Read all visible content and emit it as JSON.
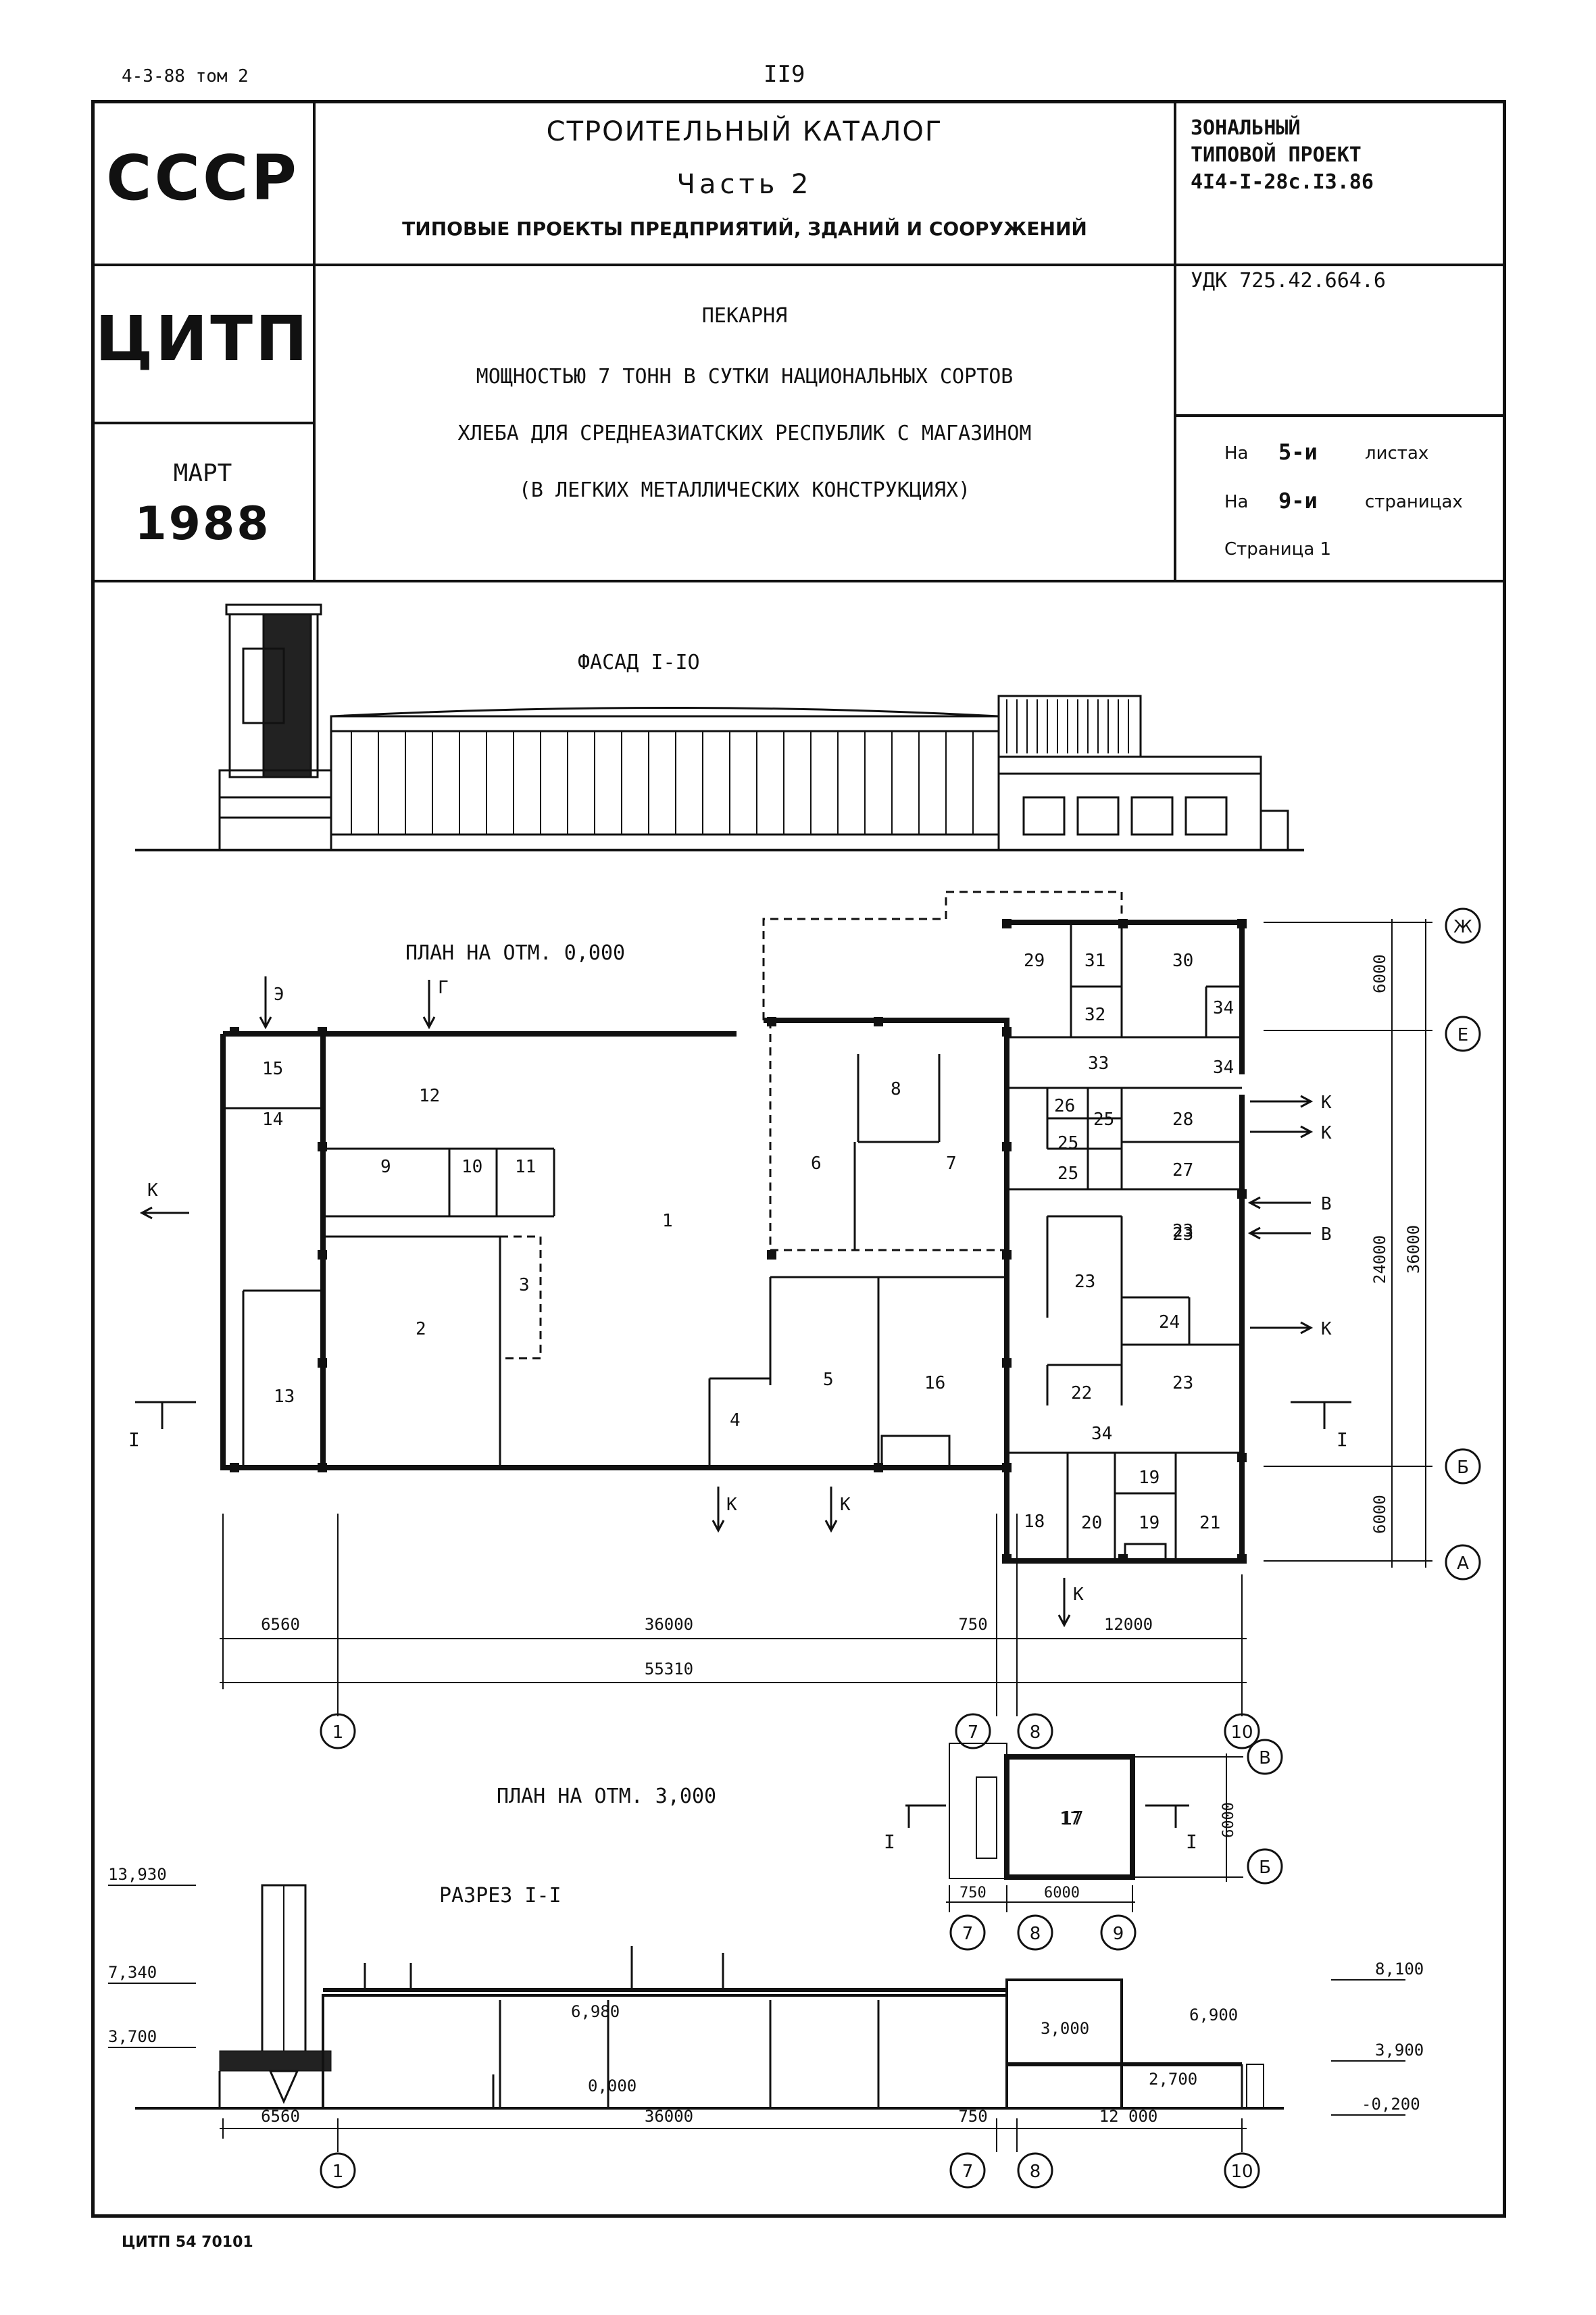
{
  "top": {
    "left": "4-3-88 том 2",
    "page_no": "II9"
  },
  "header": {
    "country": "СССР",
    "catalog_title": "СТРОИТЕЛЬНЫЙ КАТАЛОГ",
    "part": "Часть 2",
    "catalog_sub": "ТИПОВЫЕ ПРОЕКТЫ ПРЕДПРИЯТИЙ, ЗДАНИЙ И СООРУЖЕНИЙ",
    "project_type_1": "ЗОНАЛЬНЫЙ",
    "project_type_2": "ТИПОВОЙ ПРОЕКТ",
    "project_code": "4I4-I-28с.I3.86",
    "org": "ЦИТП",
    "udk": "УДК 725.42.664.6",
    "title_1": "ПЕКАРНЯ",
    "title_2": "МОЩНОСТЬЮ 7 ТОНН В СУТКИ НАЦИОНАЛЬНЫХ СОРТОВ",
    "title_3": "ХЛЕБА ДЛЯ СРЕДНЕАЗИАТСКИХ РЕСПУБЛИК С МАГАЗИНОМ",
    "title_4": "(В ЛЕГКИХ МЕТАЛЛИЧЕСКИХ КОНСТРУКЦИЯХ)",
    "month": "МАРТ",
    "year": "1988",
    "sheets_prefix": "На",
    "sheets_value": "5-и",
    "sheets_word": "листах",
    "pages_prefix": "На",
    "pages_value": "9-и",
    "pages_word": "страницах",
    "page_label": "Страница 1"
  },
  "drawing": {
    "facade_title": "ФАСАД I-IO",
    "plan1_title": "ПЛАН НА ОТМ. 0,000",
    "plan2_title": "ПЛАН НА ОТМ. 3,000",
    "section_title": "РАЗРЕЗ I-I",
    "rooms": [
      "1",
      "2",
      "3",
      "4",
      "5",
      "6",
      "7",
      "8",
      "9",
      "10",
      "11",
      "12",
      "13",
      "14",
      "15",
      "16",
      "17",
      "18",
      "19",
      "19",
      "20",
      "21",
      "22",
      "23",
      "23",
      "23",
      "23",
      "24",
      "25",
      "25",
      "25",
      "26",
      "27",
      "28",
      "29",
      "30",
      "31",
      "32",
      "33",
      "34",
      "34",
      "34"
    ],
    "dims": [
      "6560",
      "36000",
      "750",
      "12000",
      "55310",
      "6000",
      "24000",
      "36000",
      "6000",
      "750",
      "6000",
      "6560",
      "36000",
      "750",
      "12 000"
    ],
    "axes_h": [
      "1",
      "7",
      "8",
      "10",
      "7",
      "8",
      "9",
      "1",
      "7",
      "8",
      "10"
    ],
    "axes_v": [
      "Ж",
      "Е",
      "Б",
      "А",
      "В",
      "Б"
    ],
    "inlets": [
      "Э",
      "Г",
      "К",
      "К",
      "К",
      "В",
      "В",
      "К",
      "К",
      "К",
      "К"
    ],
    "section_marks": [
      "I",
      "I",
      "I",
      "I"
    ],
    "levels": [
      "13,930",
      "7,340",
      "3,700",
      "6,980",
      "0,000",
      "3,000",
      "2,700",
      "8,100",
      "6,900",
      "3,900",
      "-0,200"
    ]
  },
  "footer": {
    "code": "ЦИТП 54 70101"
  }
}
